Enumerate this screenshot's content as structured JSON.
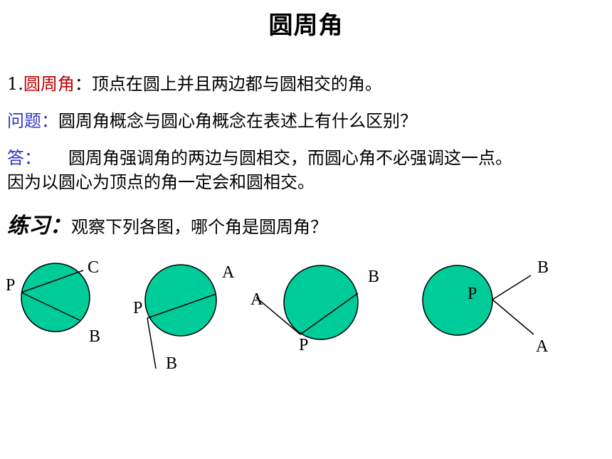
{
  "title": "圆周角",
  "definition": {
    "number": "1.",
    "term": "圆周角",
    "text": "：顶点在圆上并且两边都与圆相交的角。"
  },
  "question": {
    "label": "问题：",
    "text": "圆周角概念与圆心角概念在表述上有什么区别？"
  },
  "answer": {
    "label": "答：",
    "line1": "圆周角强调角的两边与圆相交，而圆心角不必强调这一点。",
    "line2": "因为以圆心为顶点的角一定会和圆相交。"
  },
  "exercise": {
    "label": "练习：",
    "text": "观察下列各图，哪个角是圆周角？"
  },
  "figures": [
    {
      "labels": [
        "P",
        "C",
        "B"
      ]
    },
    {
      "labels": [
        "A",
        "P",
        "B"
      ]
    },
    {
      "labels": [
        "A",
        "B",
        "P"
      ]
    },
    {
      "labels": [
        "B",
        "P",
        "A"
      ]
    }
  ],
  "colors": {
    "circle_fill": "#00cc99",
    "term": "#c00000",
    "label": "#3333cc"
  }
}
